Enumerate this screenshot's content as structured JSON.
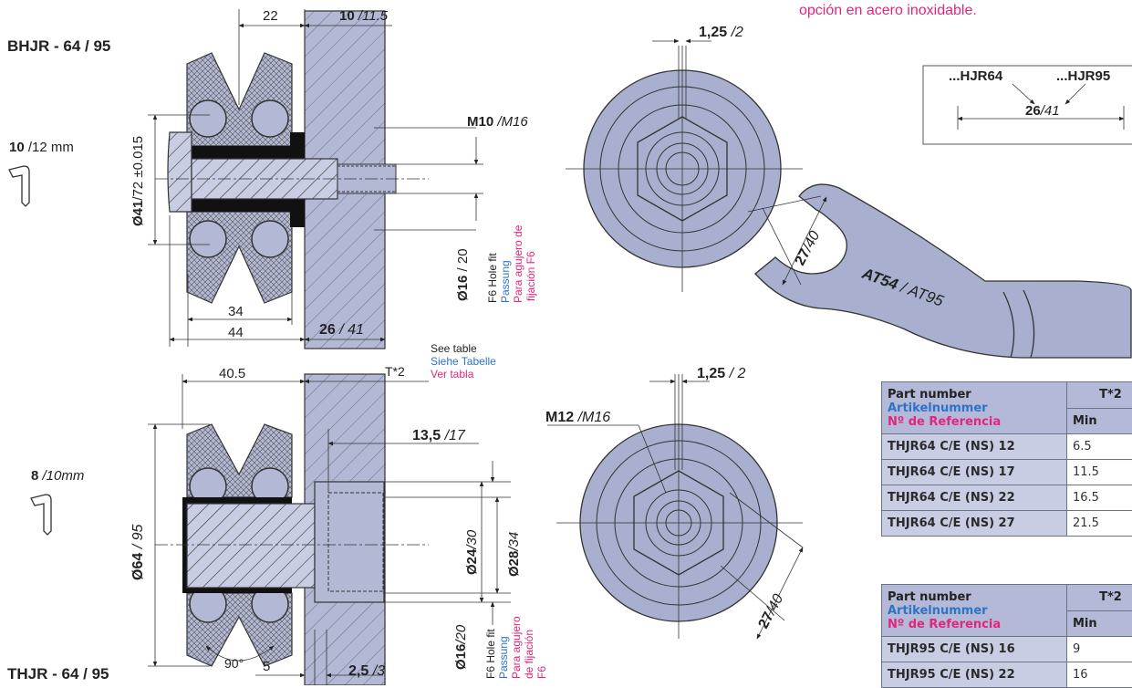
{
  "top_note": "opción en acero inoxidable.",
  "top_section": {
    "title": "BHJR - 64 / 95",
    "allen_key": {
      "main": "10",
      "alt": " /12 mm"
    },
    "dim_22": "22",
    "dim_10": {
      "main": "10",
      "alt": " /11.5"
    },
    "dim_41": {
      "main": "Ø41",
      "alt": "/72 ±0.015"
    },
    "dim_m10": {
      "main": "M10",
      "alt": " /M16"
    },
    "dim_16": {
      "main": "Ø16",
      "alt": " / 20"
    },
    "hole_fit": {
      "en": "F6 Hole fit",
      "de": "Passung",
      "es_1": "Para agujero de",
      "es_2": "fijación F6"
    },
    "dim_34": "34",
    "dim_44": "44",
    "dim_26": {
      "main": "26",
      "alt": " / 41"
    }
  },
  "side_top": {
    "dim_125": {
      "main": "1,25",
      "alt": " /2"
    },
    "wrench_27": {
      "main": "27",
      "alt": "/40"
    },
    "wrench_label": {
      "main": "AT54",
      "alt": " / AT95"
    }
  },
  "legend_box": {
    "left": "...HJR64",
    "right": "...HJR95",
    "dim": {
      "main": "26",
      "alt": "/41"
    }
  },
  "see_table": {
    "en": "See table",
    "de": "Siehe Tabelle",
    "es": "Ver tabla"
  },
  "bottom_section": {
    "title": "THJR - 64 / 95",
    "allen_key": {
      "main": "8",
      "alt": " /10mm"
    },
    "dim_405": "40.5",
    "dim_t": "T*2",
    "dim_135": {
      "main": "13,5",
      "alt": " /17"
    },
    "dim_64": {
      "main": "Ø64",
      "alt": " / 95"
    },
    "dim_24": {
      "main": "Ø24",
      "alt": "/30"
    },
    "dim_28": {
      "main": "Ø28",
      "alt": "/34"
    },
    "dim_16": {
      "main": "Ø16",
      "alt": "/20"
    },
    "hole_fit": {
      "en": "F6 Hole fit",
      "de": "Passung",
      "es_1": "Para agujero",
      "es_2": "de fijación",
      "es_3": "F6"
    },
    "angle": "90°",
    "dim_5": "5",
    "dim_25": {
      "main": "2,5",
      "alt": " /3"
    }
  },
  "side_bottom": {
    "dim_125": {
      "main": "1,25",
      "alt": " / 2"
    },
    "dim_m12": {
      "main": "M12",
      "alt": " /M16"
    },
    "dim_27": {
      "main": "27",
      "alt": "/40"
    }
  },
  "table_1": {
    "header": {
      "en": "Part number",
      "de": "Artikelnummer",
      "es": "Nº de Referencia",
      "t": "T*2",
      "min": "Min"
    },
    "rows": [
      {
        "part": "THJR64 C/E (NS) 12",
        "min": "6.5"
      },
      {
        "part": "THJR64 C/E (NS) 17",
        "min": "11.5"
      },
      {
        "part": "THJR64 C/E (NS) 22",
        "min": "16.5"
      },
      {
        "part": "THJR64 C/E (NS) 27",
        "min": "21.5"
      }
    ]
  },
  "table_2": {
    "header": {
      "en": "Part number",
      "de": "Artikelnummer",
      "es": "Nº de Referencia",
      "t": "T*2",
      "min": "Min"
    },
    "rows": [
      {
        "part": "THJR95 C/E (NS) 16",
        "min": "9"
      },
      {
        "part": "THJR95 C/E (NS) 22",
        "min": "16"
      }
    ]
  },
  "colors": {
    "steel": "#a9afce",
    "hatch": "#555555",
    "black": "#111111",
    "blue": "#2e73c7",
    "magenta": "#e0267d"
  }
}
